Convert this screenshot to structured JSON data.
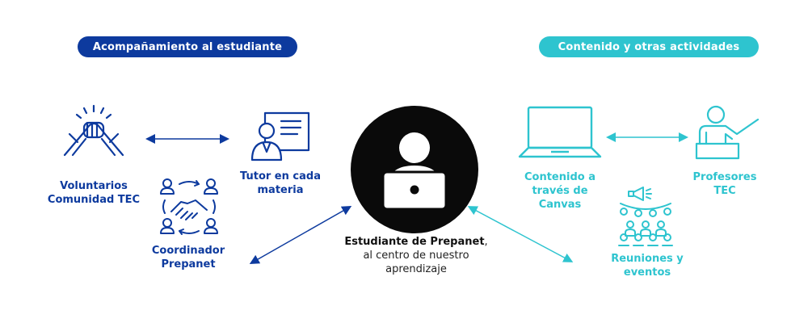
{
  "header": {
    "left_pill": "Acompañamiento al estudiante",
    "right_pill": "Contenido y otras actividades"
  },
  "nodes": {
    "voluntarios": {
      "line1": "Voluntarios",
      "line2": "Comunidad TEC",
      "icon": "handshake-arms-icon"
    },
    "tutor": {
      "line1": "Tutor en cada",
      "line2": "materia",
      "icon": "tutor-board-icon"
    },
    "coordinador": {
      "line1": "Coordinador",
      "line2": "Prepanet",
      "icon": "handshake-network-icon"
    },
    "estudiante": {
      "bold": "Estudiante de Prepanet",
      "comma": ",",
      "line2": "al centro de nuestro",
      "line3": "aprendizaje",
      "icon": "student-laptop-icon"
    },
    "contenido": {
      "line1": "Contenido a",
      "line2": "través de",
      "line3": "Canvas",
      "icon": "laptop-icon"
    },
    "profesores": {
      "line1": "Profesores",
      "line2": "TEC",
      "icon": "teacher-icon"
    },
    "reuniones": {
      "line1": "Reuniones y",
      "line2": "eventos",
      "icon": "audience-megaphone-icon"
    }
  },
  "colors": {
    "blue": "#0d3a9e",
    "teal": "#2ec4cf",
    "black": "#0a0a0a"
  }
}
